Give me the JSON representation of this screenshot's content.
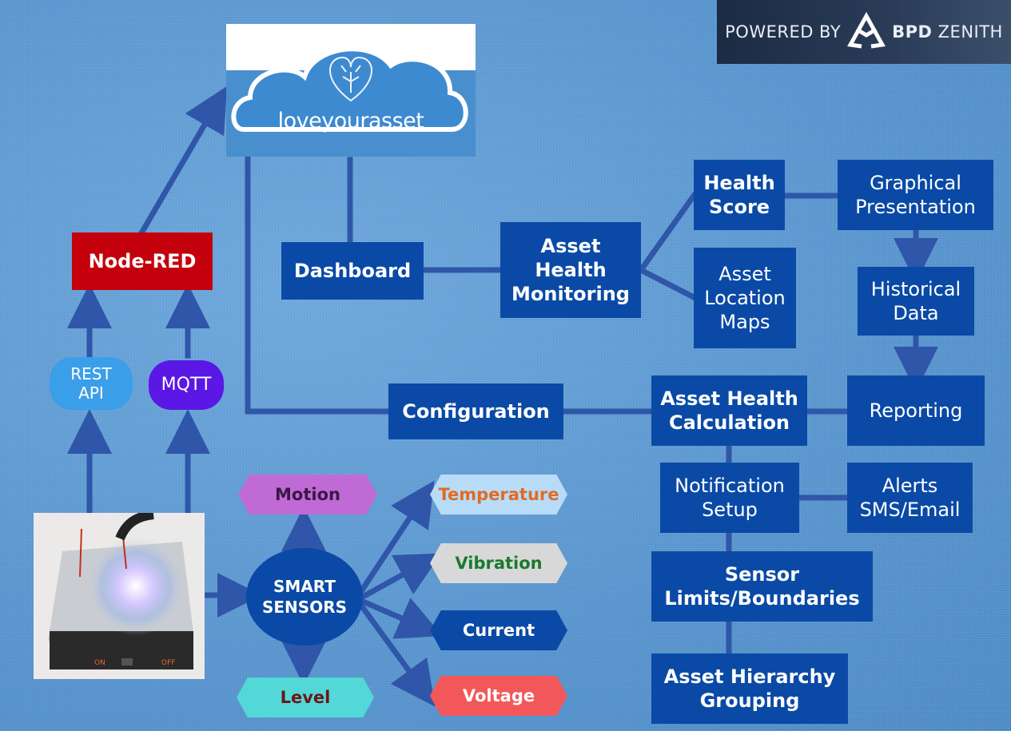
{
  "brand": {
    "powered_by": "POWERED BY",
    "name_bold": "BPD",
    "name_rest": " ZENITH"
  },
  "cloud": {
    "label": "loveyourasset"
  },
  "nodes": {
    "node_red": "Node-RED",
    "rest_api": "REST\nAPI",
    "mqtt": "MQTT",
    "dashboard": "Dashboard",
    "asset_health_monitoring": "Asset\nHealth\nMonitoring",
    "health_score": "Health\nScore",
    "asset_location_maps": "Asset\nLocation\nMaps",
    "graphical_presentation": "Graphical\nPresentation",
    "historical_data": "Historical\nData",
    "reporting": "Reporting",
    "configuration": "Configuration",
    "asset_health_calculation": "Asset Health\nCalculation",
    "notification_setup": "Notification\nSetup",
    "alerts": "Alerts\nSMS/Email",
    "sensor_limits": "Sensor\nLimits/Boundaries",
    "asset_hierarchy": "Asset Hierarchy\nGrouping",
    "smart_sensors": "SMART\nSENSORS"
  },
  "sensors": {
    "motion": "Motion",
    "level": "Level",
    "temperature": "Temperature",
    "vibration": "Vibration",
    "current": "Current",
    "voltage": "Voltage"
  },
  "device": {
    "on": "ON",
    "off": "OFF"
  },
  "colors": {
    "node_box": "#0a4aa6",
    "node_red": "#c4000c",
    "rest_api": "#3b9ee8",
    "mqtt": "#5b17e6",
    "motion": "#c06ad6",
    "level": "#52d8d6",
    "temperature": "#b8dcf8",
    "vibration": "#d8d8d8",
    "current": "#0a4aa6",
    "voltage": "#f2585a",
    "line": "#2f56a8"
  }
}
